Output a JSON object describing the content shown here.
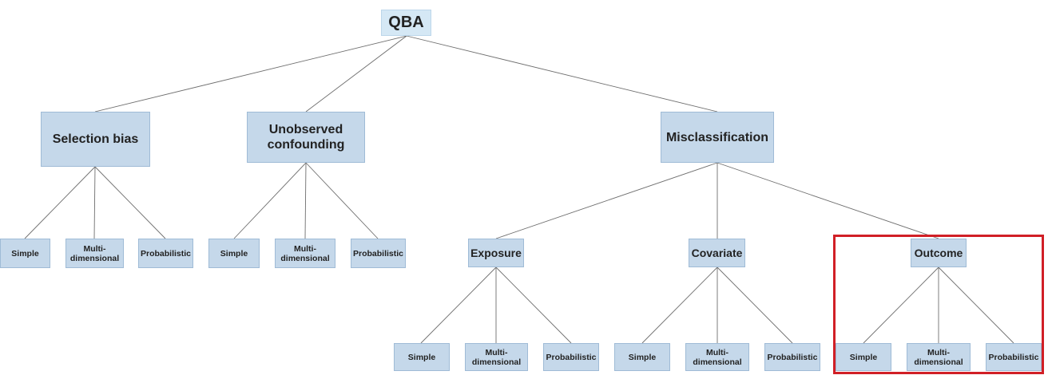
{
  "root": "QBA",
  "categories": [
    {
      "label": "Selection bias",
      "leaves": [
        "Simple",
        "Multi-\ndimensional",
        "Probabilistic"
      ]
    },
    {
      "label": "Unobserved\nconfounding",
      "leaves": [
        "Simple",
        "Multi-\ndimensional",
        "Probabilistic"
      ]
    },
    {
      "label": "Misclassification",
      "subtypes": [
        {
          "label": "Exposure",
          "leaves": [
            "Simple",
            "Multi-\ndimensional",
            "Probabilistic"
          ]
        },
        {
          "label": "Covariate",
          "leaves": [
            "Simple",
            "Multi-\ndimensional",
            "Probabilistic"
          ]
        },
        {
          "label": "Outcome",
          "leaves": [
            "Simple",
            "Multi-\ndimensional",
            "Probabilistic"
          ]
        }
      ]
    }
  ],
  "highlighted_branch": "Outcome",
  "colors": {
    "node_fill": "#c5d8ea",
    "root_fill": "#d5e8f5",
    "highlight": "#d11f26",
    "edge": "#6e6e6e"
  }
}
